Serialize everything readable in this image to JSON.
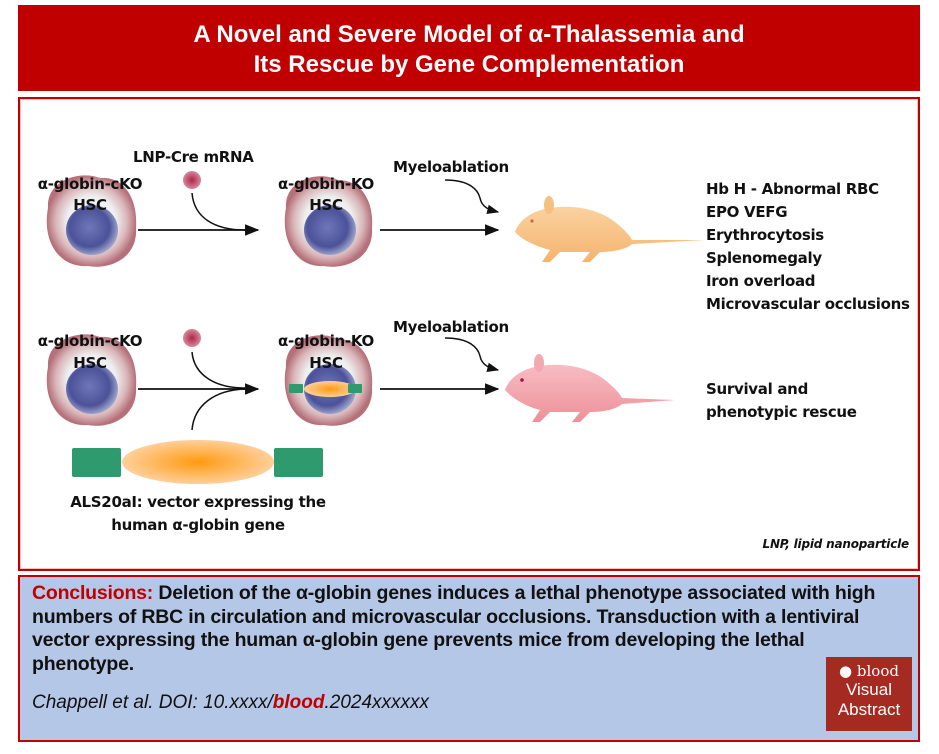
{
  "title": {
    "line1": "A Novel and Severe Model of α-Thalassemia and",
    "line2": "Its Rescue by Gene Complementation"
  },
  "colors": {
    "brand_red": "#c00000",
    "conclusion_bg": "#b4c7e7",
    "badge_bg": "#a52a22",
    "vector_green": "#2e9a6e",
    "vector_orange": "#ff9a30",
    "mouse_ko": "#f9c68a",
    "mouse_rescue": "#f4a6ae"
  },
  "top_row": {
    "cell1_label": "α-globin-cKO",
    "cell1_sub": "HSC",
    "lnp_label": "LNP-Cre mRNA",
    "cell2_label": "α-globin-KO",
    "cell2_sub": "HSC",
    "step_label": "Myeloablation",
    "outcomes": [
      "Hb H - Abnormal RBC",
      "EPO  VEFG",
      "Erythrocytosis",
      "Splenomegaly",
      "Iron overload",
      "Microvascular occlusions"
    ]
  },
  "bottom_row": {
    "cell1_label": "α-globin-cKO",
    "cell1_sub": "HSC",
    "cell2_label": "α-globin-KO",
    "cell2_sub": "HSC",
    "step_label": "Myeloablation",
    "vector_line1": "ALS20aI: vector expressing the",
    "vector_line2": "human α-globin gene",
    "outcome_line1": "Survival and",
    "outcome_line2": "phenotypic rescue"
  },
  "footnote": "LNP, lipid nanoparticle",
  "conclusions": {
    "heading": "Conclusions:",
    "text": " Deletion of the α-globin genes induces a lethal phenotype associated with high numbers of RBC in circulation and microvascular occlusions. Transduction with a lentiviral vector expressing the human α-globin gene prevents mice from developing the lethal phenotype."
  },
  "citation": {
    "prefix": "Chappell et al. DOI: 10.xxxx/",
    "journal": "blood",
    "suffix": ".2024xxxxxx"
  },
  "badge": {
    "logo": "blood",
    "line1": "Visual",
    "line2": "Abstract"
  }
}
